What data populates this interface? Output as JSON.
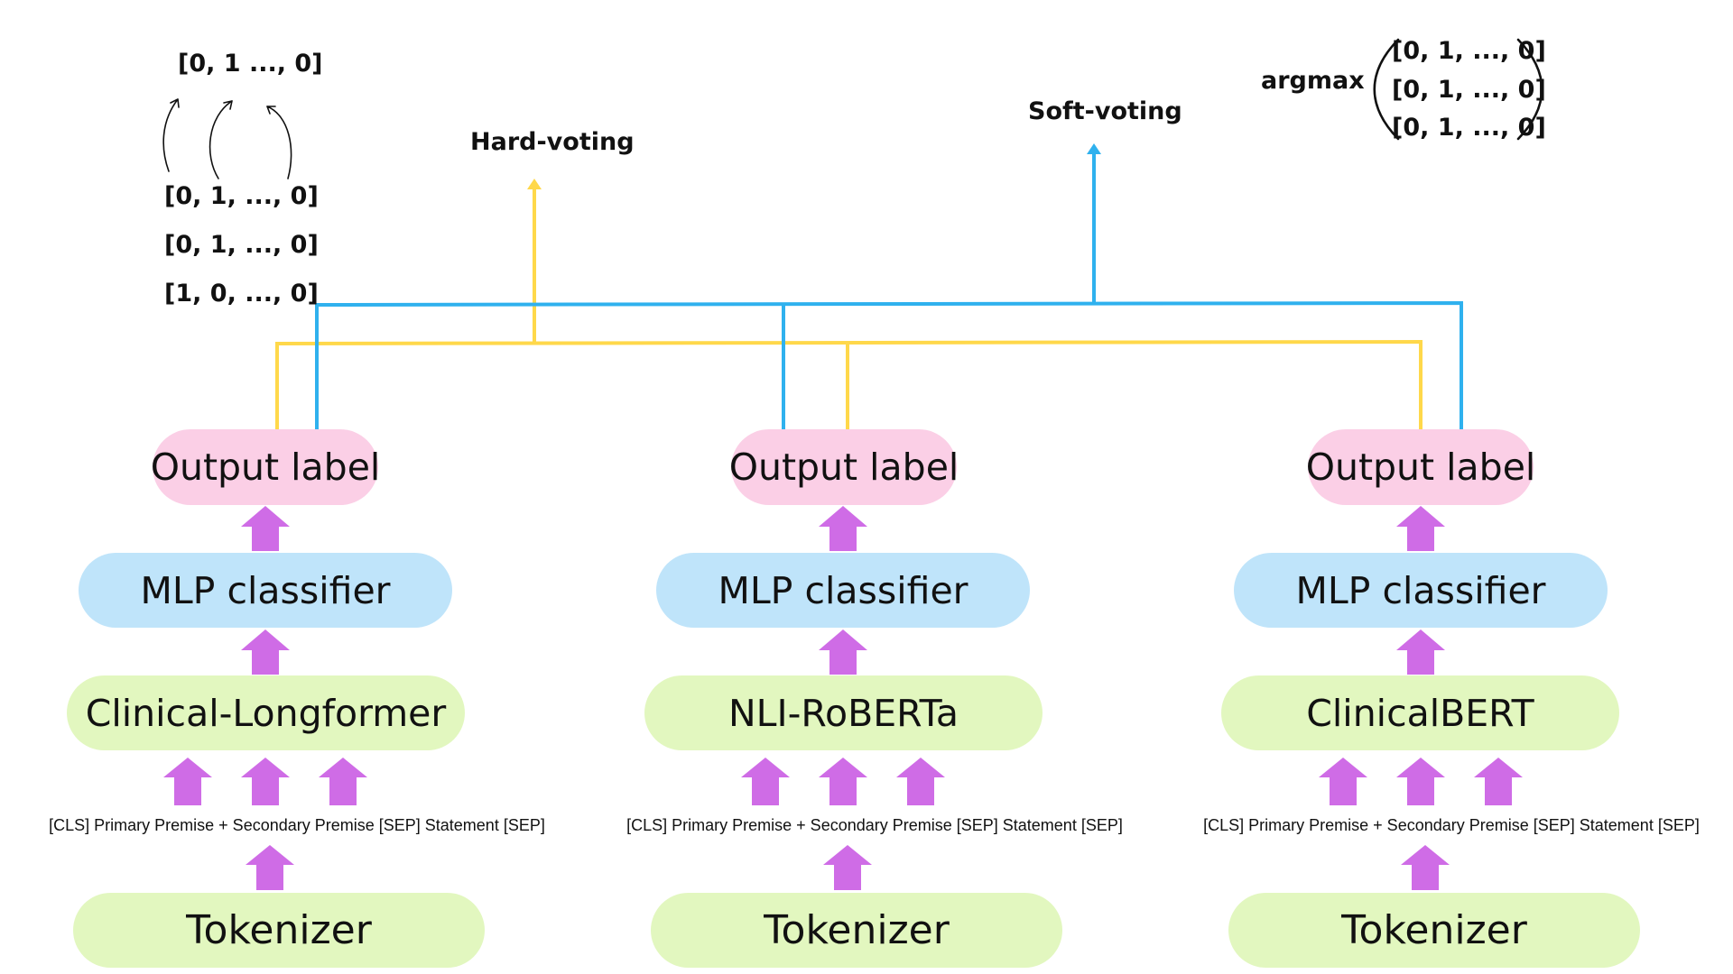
{
  "colors": {
    "hard_voting_line": "#ffd84a",
    "soft_voting_line": "#2fb1ee",
    "arrow": "#cf6ce6",
    "output_label_bg": "#fbcfe6",
    "classifier_bg": "#bfe4fa",
    "encoder_bg": "#e2f7bf"
  },
  "voting": {
    "hard_label": "Hard-voting",
    "soft_label": "Soft-voting",
    "argmax_label": "argmax"
  },
  "hard_vectors": {
    "result": "[0, 1 ..., 0]",
    "rows": [
      "[0, 1, ..., 0]",
      "[0, 1, ..., 0]",
      "[1, 0, ..., 0]"
    ]
  },
  "soft_matrix": {
    "rows": [
      "[0, 1, ..., 0]",
      "[0, 1, ..., 0]",
      "[0, 1, ..., 0]"
    ]
  },
  "pipelines": [
    {
      "output": "Output label",
      "classifier": "MLP classifier",
      "model": "Clinical-Longformer",
      "input": "[CLS] Primary Premise + Secondary Premise [SEP] Statement [SEP]",
      "tokenizer": "Tokenizer"
    },
    {
      "output": "Output label",
      "classifier": "MLP classifier",
      "model": "NLI-RoBERTa",
      "input": "[CLS] Primary Premise + Secondary Premise [SEP] Statement [SEP]",
      "tokenizer": "Tokenizer"
    },
    {
      "output": "Output label",
      "classifier": "MLP classifier",
      "model": "ClinicalBERT",
      "input": "[CLS] Primary Premise + Secondary Premise [SEP] Statement [SEP]",
      "tokenizer": "Tokenizer"
    }
  ],
  "icons": {
    "up_arrow": "thick-up-arrow-icon",
    "curved_arrow": "curved-arrow-icon",
    "bracket": "parenthesis-icon"
  }
}
